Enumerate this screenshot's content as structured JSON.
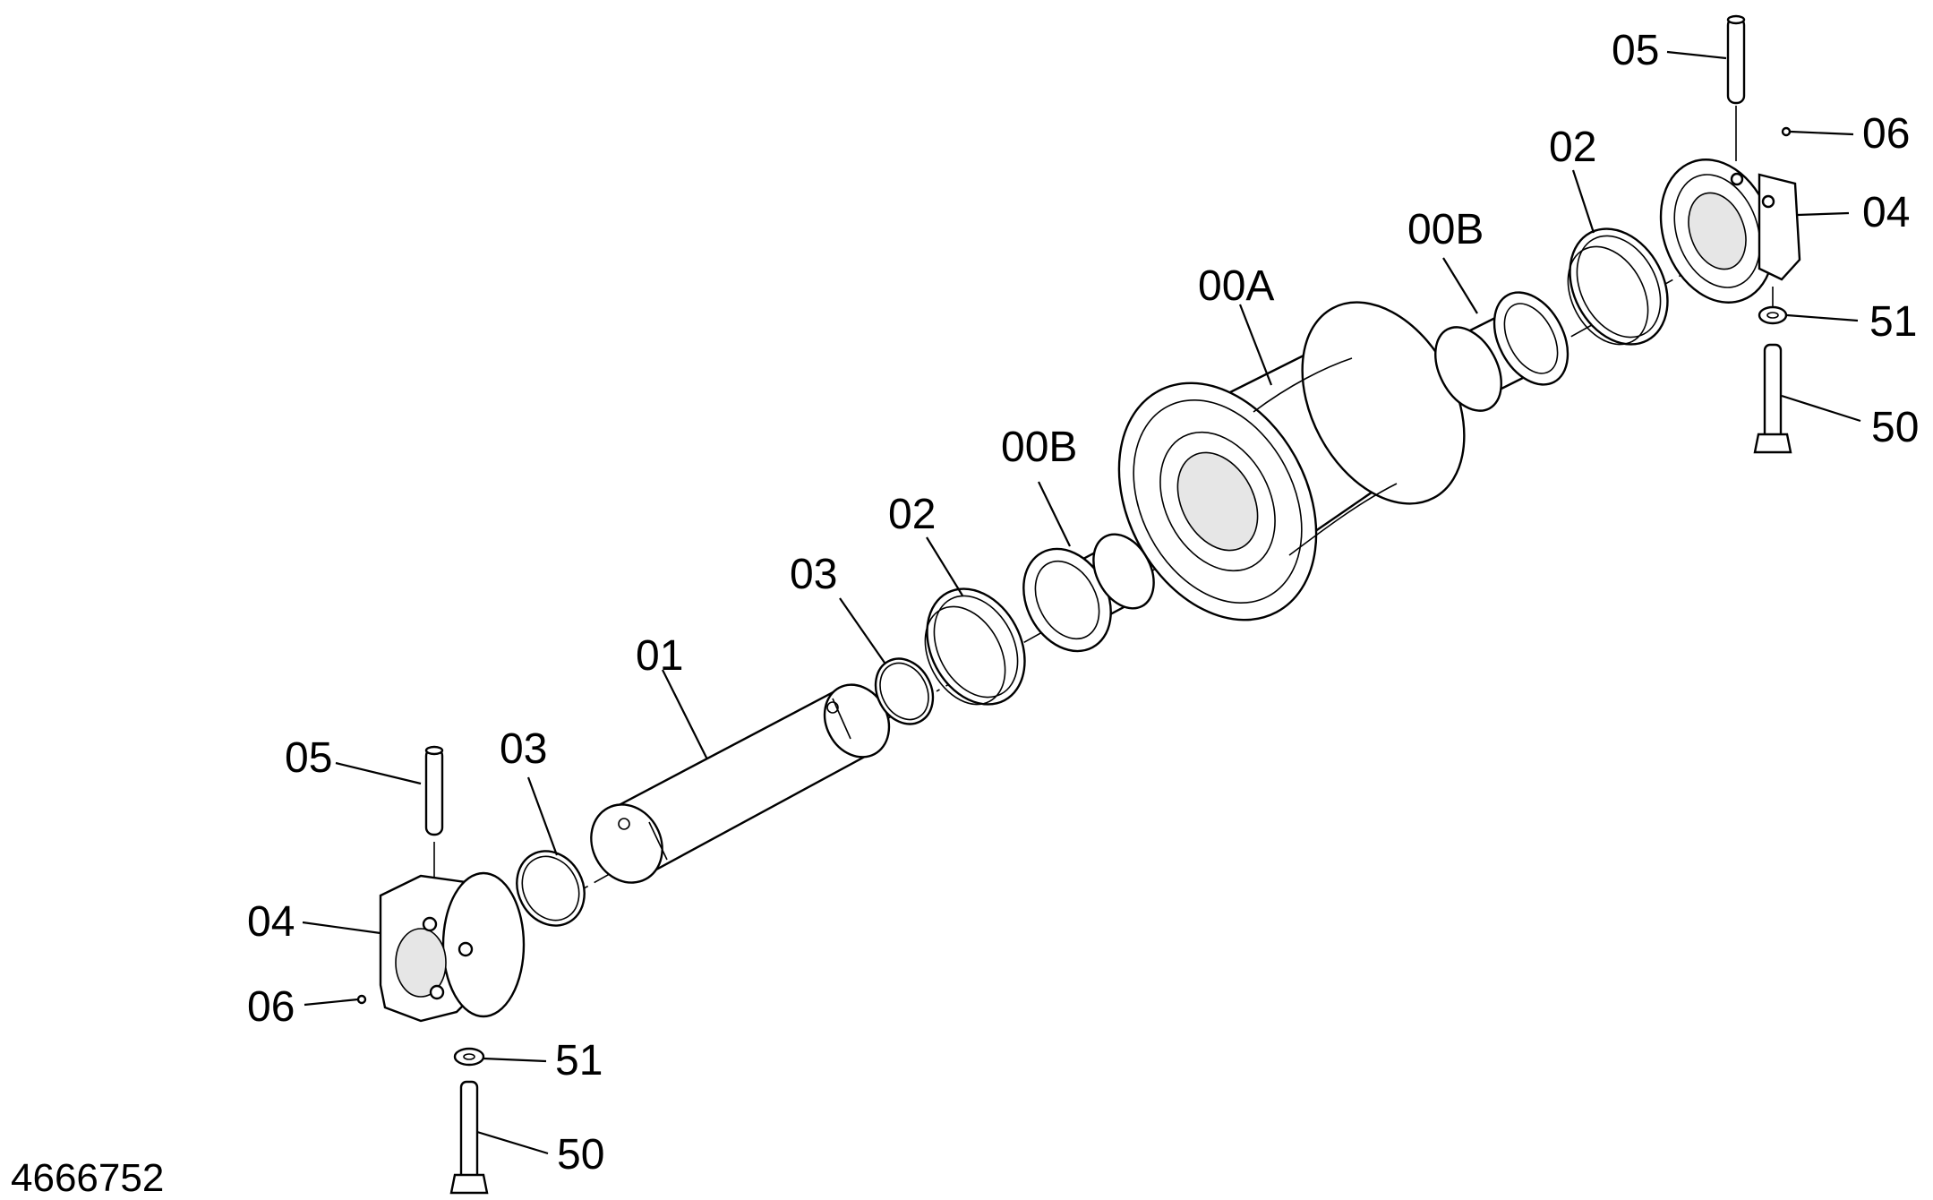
{
  "drawing_number": "4666752",
  "callouts": {
    "c01": "01",
    "c02_left": "02",
    "c02_right": "02",
    "c03_left": "03",
    "c03_mid": "03",
    "c04_left": "04",
    "c04_right": "04",
    "c05_left": "05",
    "c05_right": "05",
    "c06_left": "06",
    "c06_right": "06",
    "c00a": "00A",
    "c00b_left": "00B",
    "c00b_right": "00B",
    "c50_left": "50",
    "c50_right": "50",
    "c51_left": "51",
    "c51_right": "51"
  }
}
